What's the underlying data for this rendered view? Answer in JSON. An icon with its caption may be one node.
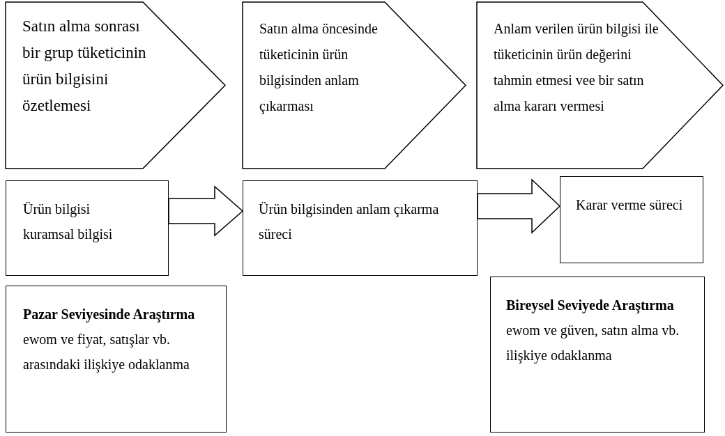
{
  "diagram": {
    "nodes": [
      {
        "text": [
          "Satın alma sonrası bir grup tüketicinin ürün bilgisini özetlemesi"
        ]
      },
      {
        "text": [
          "Satın alma öncesinde tüketicinin ürün bilgisinden anlam çıkarması"
        ]
      },
      {
        "text": [
          "Anlam verilen ürün bilgisi ile tüketicinin ürün değerini tahmin etmesi vee bir satın alma kararı vermesi"
        ]
      },
      {
        "text": [
          "Ürün bilgisi kuramsal bilgisi"
        ]
      },
      {
        "text": [
          "Ürün bilgisinden anlam çıkarma süreci"
        ]
      },
      {
        "text": [
          "Karar verme süreci"
        ]
      },
      {
        "text": [
          "Pazar Seviyesinde Araştırma",
          "ewom ve fiyat, satışlar vb. arasındaki ilişkiye odaklanma"
        ]
      },
      {
        "text": [
          "Bireysel Seviyede Araştırma",
          "ewom ve güven, satın alma vb. ilişkiye odaklanma"
        ]
      }
    ],
    "edges": [
      {
        "from": 3,
        "to": 4,
        "arrow": "to"
      },
      {
        "from": 4,
        "to": 5,
        "arrow": "to"
      }
    ]
  }
}
